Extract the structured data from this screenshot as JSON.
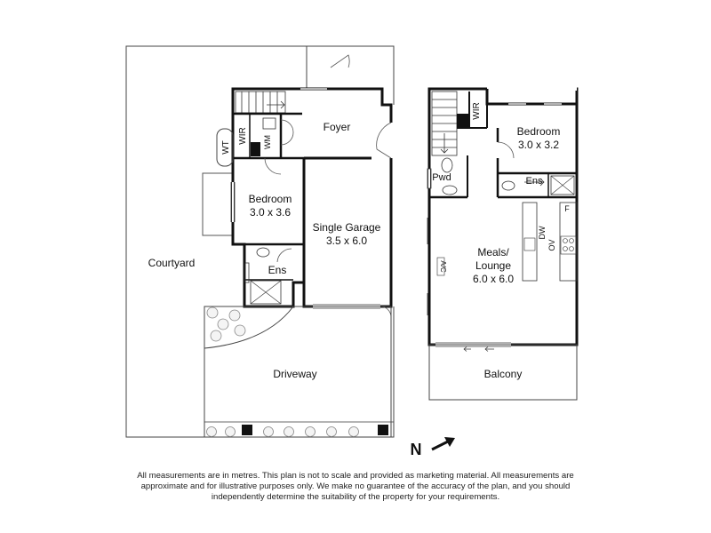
{
  "rooms": {
    "courtyard": "Courtyard",
    "foyer": "Foyer",
    "wir_ground": "WIR",
    "wt": "WT",
    "wm": "WM",
    "bedroom1_name": "Bedroom",
    "bedroom1_size": "3.0 x 3.6",
    "ens_ground": "Ens",
    "garage_name": "Single Garage",
    "garage_size": "3.5 x 6.0",
    "driveway": "Driveway",
    "wir_upper": "WIR",
    "bedroom2_name": "Bedroom",
    "bedroom2_size": "3.0 x 3.2",
    "pwd": "Pwd",
    "ens_upper": "Ens",
    "f": "F",
    "dw": "DW",
    "ov": "OV",
    "ac": "A/C",
    "meals_line1": "Meals/",
    "meals_line2": "Lounge",
    "meals_size": "6.0 x 6.0",
    "balcony": "Balcony"
  },
  "compass": {
    "letter": "N",
    "icon": "north-arrow-icon"
  },
  "disclaimer": {
    "line1": "All measurements are in metres. This plan is not to scale and provided as marketing material. All measurements are",
    "line2": "approximate and for illustrative purposes only. We make no guarantee of the accuracy of the plan, and you should",
    "line3": "independently determine the suitability of the property for your requirements."
  }
}
